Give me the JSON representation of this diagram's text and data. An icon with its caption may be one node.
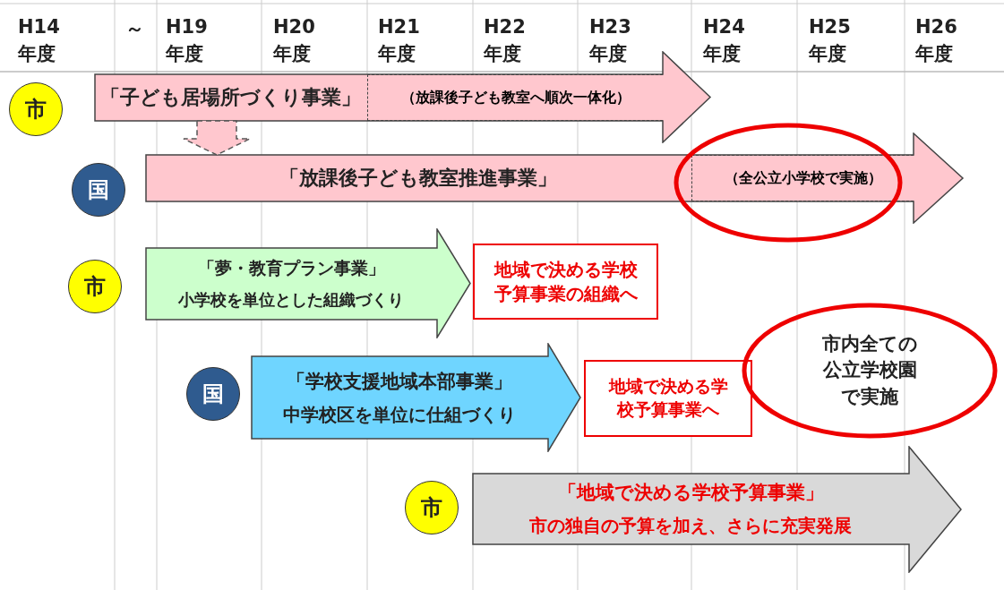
{
  "diagram": {
    "nodes": [
      {
        "text": [
          "市"
        ]
      },
      {
        "text": [
          "「子ども居場所づくり事業」"
        ]
      },
      {
        "text": [
          "（放課後子ども教室へ順次一体化）"
        ],
        "in": 1
      },
      {
        "text": [
          "国"
        ]
      },
      {
        "text": [
          "「放課後子ども教室推進事業」"
        ]
      },
      {
        "text": [
          "（全公立小学校で実施）"
        ],
        "in": 4
      },
      {
        "text": [
          "市"
        ]
      },
      {
        "text": [
          "「夢・教育プラン事業」",
          "小学校を単位とした組織づくり"
        ]
      },
      {
        "text": [
          "地域で決める学校予算事業の組織へ"
        ]
      },
      {
        "text": [
          "国"
        ]
      },
      {
        "text": [
          "「学校支援地域本部事業」",
          "中学校区を単位に仕組づくり"
        ]
      },
      {
        "text": [
          "地域で決める学校予算事業へ"
        ]
      },
      {
        "text": [
          "市内全ての公立学校園で実施"
        ]
      },
      {
        "text": [
          "市"
        ]
      },
      {
        "text": [
          "「地域で決める学校予算事業」",
          "市の独自の予算を加え、さらに充実発展"
        ]
      }
    ],
    "edges": [
      {
        "from": 1,
        "to": 4,
        "arrow": "to",
        "style": "dashed"
      }
    ],
    "labels": [
      "H14",
      "～",
      "H19",
      "H20",
      "H21",
      "H22",
      "H23",
      "H24",
      "H25",
      "H26",
      "年度",
      "年度",
      "年度",
      "年度",
      "年度",
      "年度",
      "年度",
      "年度",
      "年度"
    ]
  }
}
